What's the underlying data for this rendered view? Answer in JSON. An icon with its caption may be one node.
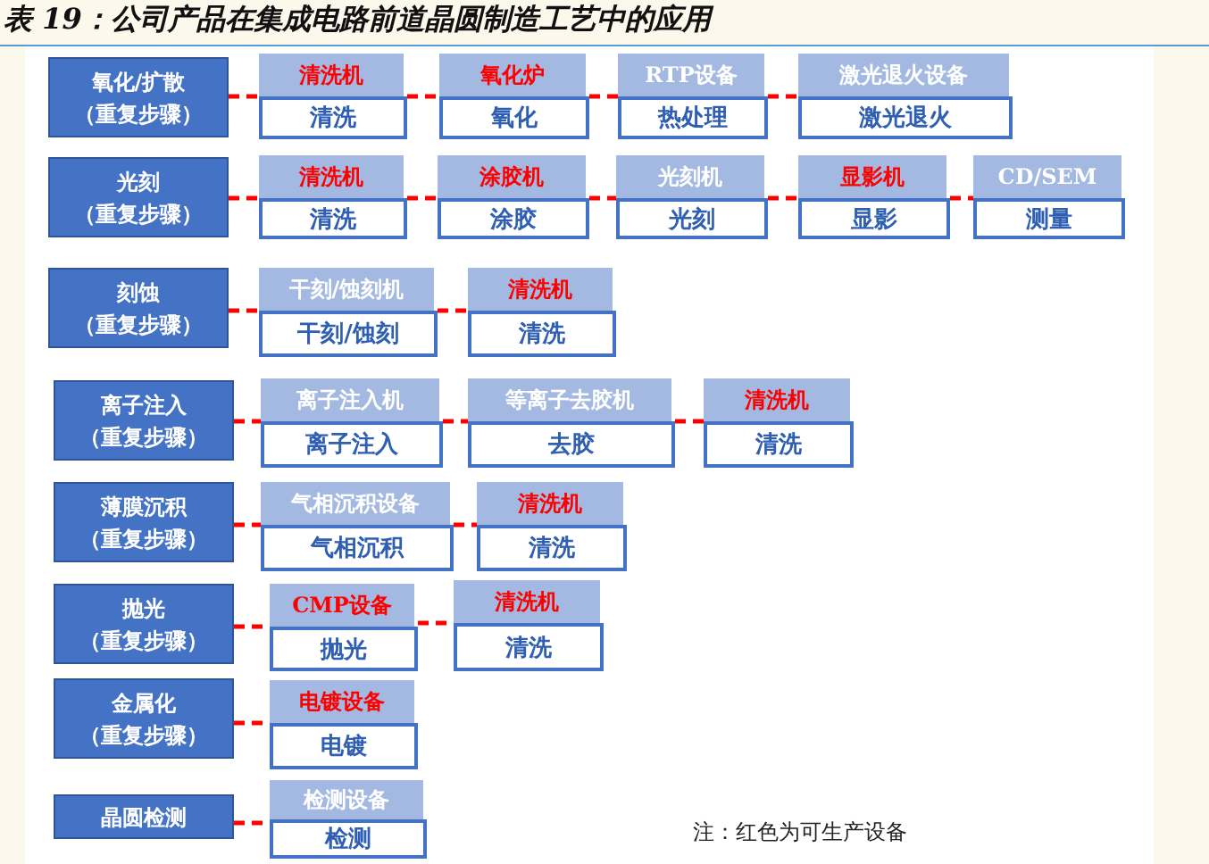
{
  "diagram": {
    "title": "表 19：公司产品在集成电路前道晶圆制造工艺中的应用",
    "nodes": [
      {
        "text": [
          "氧化/扩散",
          "（重复步骤）"
        ]
      },
      {
        "text": [
          "**清洗机**",
          "清洗"
        ]
      },
      {
        "text": [
          "**氧化炉**",
          "氧化"
        ]
      },
      {
        "text": [
          "RTP设备",
          "热处理"
        ]
      },
      {
        "text": [
          "激光退火设备",
          "激光退火"
        ]
      },
      {
        "text": [
          "光刻",
          "（重复步骤）"
        ]
      },
      {
        "text": [
          "**清洗机**",
          "清洗"
        ]
      },
      {
        "text": [
          "**涂胶机**",
          "涂胶"
        ]
      },
      {
        "text": [
          "光刻机",
          "光刻"
        ]
      },
      {
        "text": [
          "**显影机**",
          "显影"
        ]
      },
      {
        "text": [
          "CD/SEM",
          "测量"
        ]
      },
      {
        "text": [
          "刻蚀",
          "（重复步骤）"
        ]
      },
      {
        "text": [
          "干刻/蚀刻机",
          "干刻/蚀刻"
        ]
      },
      {
        "text": [
          "**清洗机**",
          "清洗"
        ]
      },
      {
        "text": [
          "离子注入",
          "（重复步骤）"
        ]
      },
      {
        "text": [
          "离子注入机",
          "离子注入"
        ]
      },
      {
        "text": [
          "等离子去胶机",
          "去胶"
        ]
      },
      {
        "text": [
          "**清洗机**",
          "清洗"
        ]
      },
      {
        "text": [
          "薄膜沉积",
          "（重复步骤）"
        ]
      },
      {
        "text": [
          "气相沉积设备",
          "气相沉积"
        ]
      },
      {
        "text": [
          "**清洗机**",
          "清洗"
        ]
      },
      {
        "text": [
          "抛光",
          "（重复步骤）"
        ]
      },
      {
        "text": [
          "**CMP设备**",
          "抛光"
        ]
      },
      {
        "text": [
          "**清洗机**",
          "清洗"
        ]
      },
      {
        "text": [
          "金属化",
          "（重复步骤）"
        ]
      },
      {
        "text": [
          "**电镀设备**",
          "电镀"
        ]
      },
      {
        "text": [
          "晶圆检测"
        ]
      },
      {
        "text": [
          "检测设备",
          "检测"
        ]
      }
    ],
    "edges": [
      {
        "from": 0,
        "to": 1,
        "arrow": "none",
        "style": "dashed",
        "color": "#ff0000"
      },
      {
        "from": 1,
        "to": 2,
        "arrow": "none",
        "style": "dashed",
        "color": "#ff0000"
      },
      {
        "from": 2,
        "to": 3,
        "arrow": "none",
        "style": "dashed",
        "color": "#ff0000"
      },
      {
        "from": 3,
        "to": 4,
        "arrow": "none",
        "style": "dashed",
        "color": "#ff0000"
      },
      {
        "from": 5,
        "to": 6,
        "arrow": "none",
        "style": "dashed",
        "color": "#ff0000"
      },
      {
        "from": 6,
        "to": 7,
        "arrow": "none",
        "style": "dashed",
        "color": "#ff0000"
      },
      {
        "from": 7,
        "to": 8,
        "arrow": "none",
        "style": "dashed",
        "color": "#ff0000"
      },
      {
        "from": 8,
        "to": 9,
        "arrow": "none",
        "style": "dashed",
        "color": "#ff0000"
      },
      {
        "from": 9,
        "to": 10,
        "arrow": "none",
        "style": "dashed",
        "color": "#ff0000"
      },
      {
        "from": 11,
        "to": 12,
        "arrow": "none",
        "style": "dashed",
        "color": "#ff0000"
      },
      {
        "from": 12,
        "to": 13,
        "arrow": "none",
        "style": "dashed",
        "color": "#ff0000"
      },
      {
        "from": 14,
        "to": 15,
        "arrow": "none",
        "style": "dashed",
        "color": "#ff0000"
      },
      {
        "from": 15,
        "to": 16,
        "arrow": "none",
        "style": "dashed",
        "color": "#ff0000"
      },
      {
        "from": 16,
        "to": 17,
        "arrow": "none",
        "style": "dashed",
        "color": "#ff0000"
      },
      {
        "from": 18,
        "to": 19,
        "arrow": "none",
        "style": "dashed",
        "color": "#ff0000"
      },
      {
        "from": 19,
        "to": 20,
        "arrow": "none",
        "style": "dashed",
        "color": "#ff0000"
      },
      {
        "from": 21,
        "to": 22,
        "arrow": "none",
        "style": "dashed",
        "color": "#ff0000"
      },
      {
        "from": 22,
        "to": 23,
        "arrow": "none",
        "style": "dashed",
        "color": "#ff0000"
      },
      {
        "from": 24,
        "to": 25,
        "arrow": "none",
        "style": "dashed",
        "color": "#ff0000"
      },
      {
        "from": 26,
        "to": 27,
        "arrow": "none",
        "style": "dashed",
        "color": "#ff0000"
      }
    ],
    "labels": [
      "注：红色为可生产设备"
    ]
  }
}
